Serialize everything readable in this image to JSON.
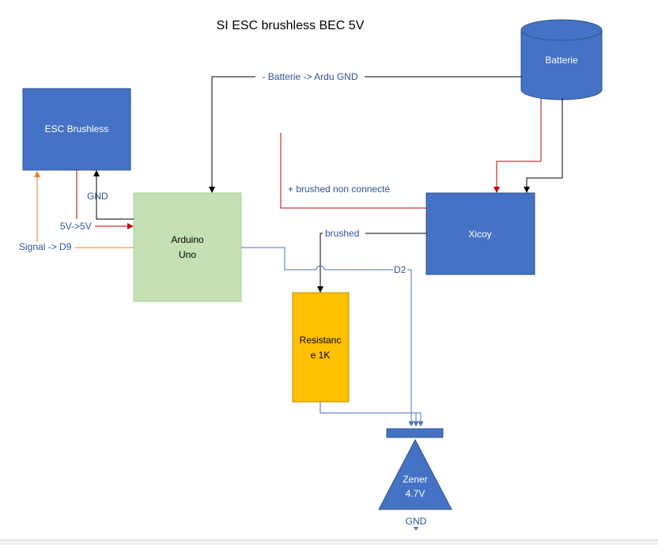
{
  "title": "SI ESC brushless BEC 5V",
  "nodes": {
    "esc": "ESC Brushless",
    "arduino": [
      "Arduino",
      "Uno"
    ],
    "batterie": "Batterie",
    "xicoy": "Xicoy",
    "resistance": [
      "Resistanc",
      "e 1K"
    ],
    "zener": [
      "Zener",
      "4.7V"
    ]
  },
  "labels": {
    "batt_gnd": "- Batterie -> Ardu GND",
    "brushed_nc": "+ brushed non connecté",
    "gnd_esc": "GND",
    "v5": "5V->5V",
    "signal": "Signal -> D9",
    "brushed": "brushed",
    "d2": "D2",
    "gnd_zener": "GND"
  },
  "colors": {
    "blue_box": "#4472c4",
    "green_box": "#c5e0b4",
    "yellow_box": "#ffc000",
    "black_wire": "#000000",
    "red_wire": "#c00000",
    "orange_wire": "#ed7d31",
    "blue_wire": "#4472c4",
    "label_text": "#2f5597"
  }
}
